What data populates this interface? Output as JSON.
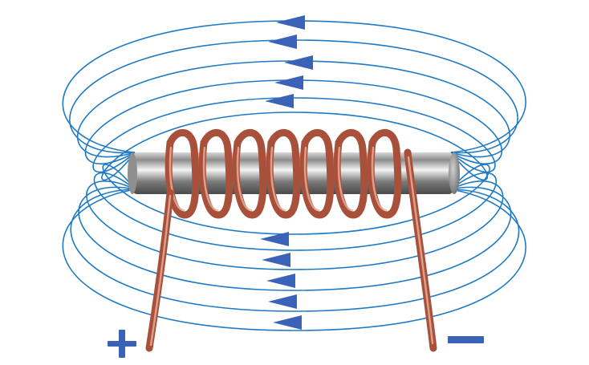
{
  "diagram": {
    "field_line_color": "#1f7ac4",
    "arrow_color": "#3a63b8",
    "coil_color": "#a8503a",
    "coil_highlight": "#e9b3a2",
    "core_color": "#9a9a9a",
    "terminals": {
      "positive_symbol": "plus-sign",
      "negative_symbol": "minus-sign"
    },
    "field_direction": "right-to-left",
    "coil_turns": 7
  }
}
